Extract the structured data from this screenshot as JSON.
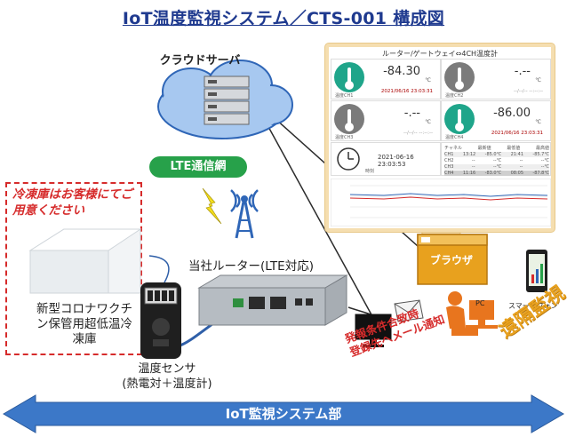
{
  "title": "IoT温度監視システム／CTS-001 構成図",
  "cloud": {
    "label": "クラウドサーバ"
  },
  "network": {
    "label": "LTE通信網"
  },
  "dashboard": {
    "title": "ルーター/ゲートウェイ⇔4CH温度計",
    "tiles": [
      {
        "value": "-84.30",
        "unit": "℃",
        "timestamp": "2021/06/16 23:03:31",
        "channel": "温度CH1"
      },
      {
        "value": "-.--",
        "unit": "℃",
        "timestamp": "--/--/-- --:--:--",
        "channel": "温度CH2"
      },
      {
        "value": "-.--",
        "unit": "℃",
        "timestamp": "--/--/-- --:--:--",
        "channel": "温度CH3"
      },
      {
        "value": "-86.00",
        "unit": "℃",
        "timestamp": "2021/06/16 23:03:31",
        "channel": "温度CH4"
      }
    ],
    "clock_time": "2021-06-16 23:03:53",
    "clock_label": "時刻",
    "table": {
      "headers": [
        "チャネル",
        "最新値",
        "最低値",
        "最高値"
      ],
      "rows": [
        [
          "CH1",
          "13:12",
          "-85.0℃",
          "21:41",
          "-85.7℃"
        ],
        [
          "CH2",
          "--",
          "--℃",
          "--",
          "--℃"
        ],
        [
          "CH3",
          "--",
          "--℃",
          "--",
          "--℃"
        ],
        [
          "CH4",
          "11:16",
          "-83.0℃",
          "08:05",
          "-87.8℃"
        ]
      ]
    }
  },
  "freezer": {
    "note": "冷凍庫はお客様にてご用意ください",
    "label": "新型コロナワクチン保管用超低温冷凍庫"
  },
  "sensor": {
    "label_line1": "温度センサ",
    "label_line2": "(熱電対＋温度計)"
  },
  "router": {
    "label": "当社ルーター(LTE対応)"
  },
  "browser": {
    "label": "ブラウザ"
  },
  "devices": {
    "pc": "PC",
    "phone": "スマートフォン"
  },
  "remote": {
    "label": "遠隔監視"
  },
  "alert": {
    "line1": "発報条件合致時",
    "line2": "登録先へメール通知"
  },
  "footer": {
    "label": "IoT監視システム部"
  },
  "colors": {
    "title": "#1f3a8f",
    "lte": "#27a14a",
    "alert": "#d62b2b",
    "remote": "#e8a11e",
    "arrow": "#3c78c8",
    "teal": "#1fa58a"
  }
}
